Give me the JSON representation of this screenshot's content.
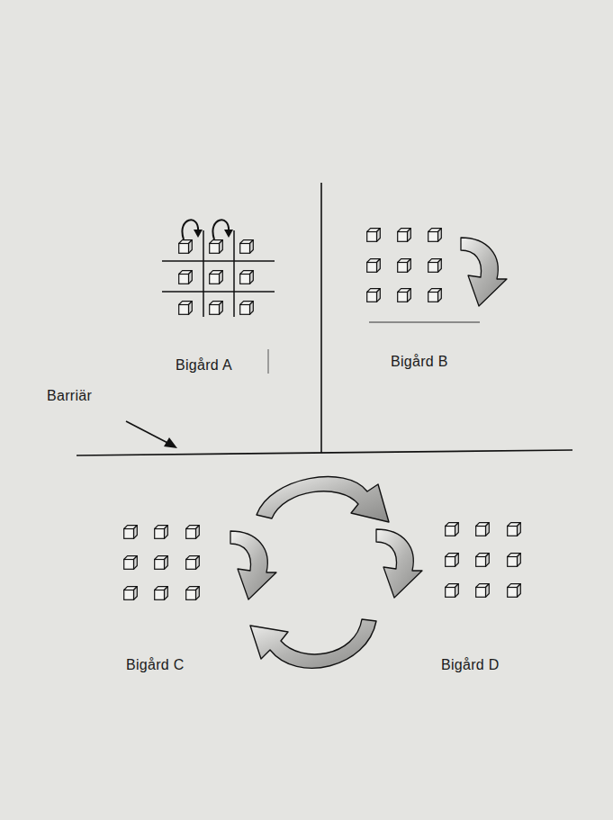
{
  "diagram": {
    "labels": [
      "Bigård A",
      "Bigård B",
      "Barriär",
      "Bigård C",
      "Bigård D"
    ]
  }
}
